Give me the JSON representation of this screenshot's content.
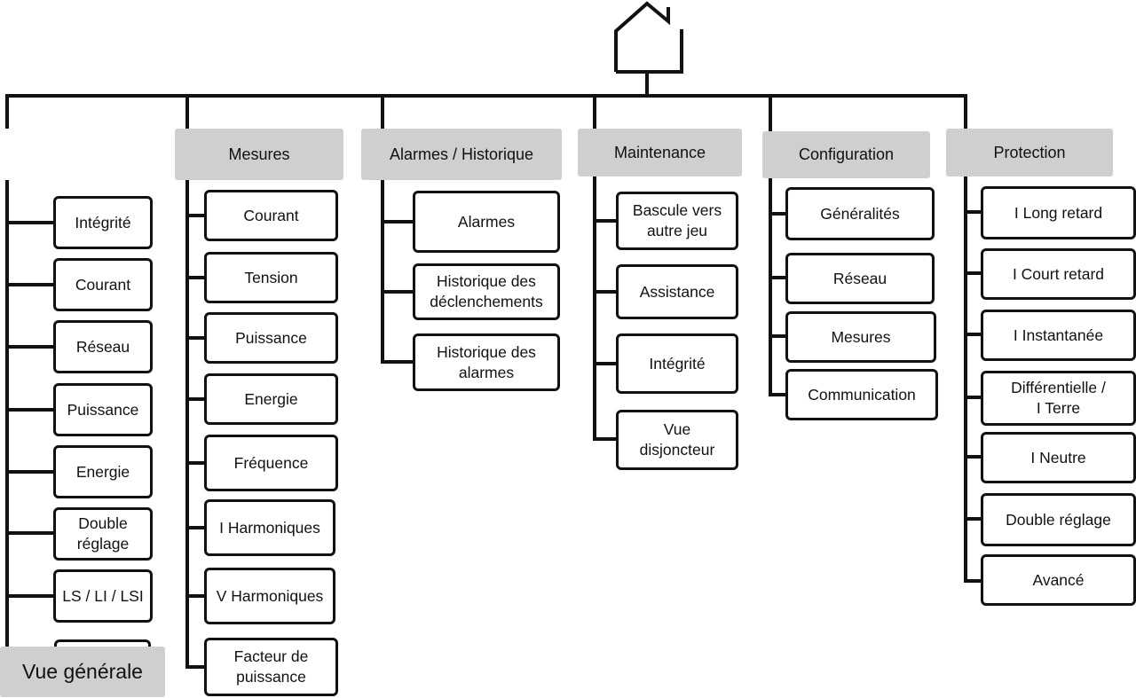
{
  "home": {
    "icon": "home-icon"
  },
  "columns": [
    {
      "id": "vue-generale",
      "header": "Vue générale",
      "items": [
        "Intégrité",
        "Courant",
        "Réseau",
        "Puissance",
        "Energie",
        "Double\nréglage",
        "LS / LI / LSI"
      ]
    },
    {
      "id": "mesures",
      "header": "Mesures",
      "items": [
        "Courant",
        "Tension",
        "Puissance",
        "Energie",
        "Fréquence",
        "I Harmoniques",
        "V Harmoniques",
        "Facteur de\npuissance"
      ]
    },
    {
      "id": "alarmes-historique",
      "header": "Alarmes / Historique",
      "items": [
        "Alarmes",
        "Historique des\ndéclenchements",
        "Historique des\nalarmes"
      ]
    },
    {
      "id": "maintenance",
      "header": "Maintenance",
      "items": [
        "Bascule vers\nautre jeu",
        "Assistance",
        "Intégrité",
        "Vue\ndisjoncteur"
      ]
    },
    {
      "id": "configuration",
      "header": "Configuration",
      "items": [
        "Généralités",
        "Réseau",
        "Mesures",
        "Communication"
      ]
    },
    {
      "id": "protection",
      "header": "Protection",
      "items": [
        "I Long retard",
        "I Court retard",
        "I Instantanée",
        "Différentielle /\nI Terre",
        "I Neutre",
        "Double réglage",
        "Avancé"
      ]
    }
  ]
}
